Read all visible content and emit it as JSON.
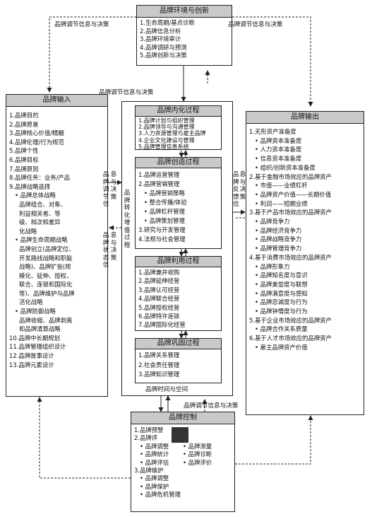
{
  "env": {
    "title": "品牌环境与创新",
    "items": [
      "1.生命周期/基点诊断",
      "2.品牌信息分析",
      "3.品牌环境审计",
      "4.品牌调研与预测",
      "5.品牌创新与决策"
    ]
  },
  "input": {
    "title": "品牌输入",
    "lines": [
      {
        "t": "1.品牌目的",
        "i": 0
      },
      {
        "t": "2.品牌愿景",
        "i": 0
      },
      {
        "t": "3.品牌核心价值/精髓",
        "i": 0
      },
      {
        "t": "4.品牌伦理/行为规范",
        "i": 0
      },
      {
        "t": "5.品牌个性",
        "i": 0
      },
      {
        "t": "6.品牌目标",
        "i": 0
      },
      {
        "t": "7.品牌原则",
        "i": 0
      },
      {
        "t": "8.品牌任务：业务/产品",
        "i": 0
      },
      {
        "t": "9.品牌战略选择",
        "i": 0
      },
      {
        "t": "• 品牌总体战略",
        "i": 1
      },
      {
        "t": "品牌组合、对象、",
        "i": 2
      },
      {
        "t": "利益相关者、等",
        "i": 2
      },
      {
        "t": "级、档次和差异",
        "i": 2
      },
      {
        "t": "化战略",
        "i": 2
      },
      {
        "t": "• 品牌生命周期战略",
        "i": 1
      },
      {
        "t": "品牌创立(品牌定位、",
        "i": 2
      },
      {
        "t": "开发路线战略和职能",
        "i": 2
      },
      {
        "t": "战略)、品牌扩张(规",
        "i": 2
      },
      {
        "t": "模化、延伸、授权、",
        "i": 2
      },
      {
        "t": "联合、连锁和国际化",
        "i": 2
      },
      {
        "t": "等)、品牌维护与品牌",
        "i": 2
      },
      {
        "t": "活化战略",
        "i": 2
      },
      {
        "t": "• 品牌防御战略",
        "i": 1
      },
      {
        "t": "品牌收缩、品牌剥离",
        "i": 2
      },
      {
        "t": "和品牌清算战略",
        "i": 2
      },
      {
        "t": "10.品牌中长期规划",
        "i": 0
      },
      {
        "t": "11.品牌管理组织设计",
        "i": 0
      },
      {
        "t": "12.品牌故事设计",
        "i": 0
      },
      {
        "t": "13.品牌元素设计",
        "i": 0
      }
    ]
  },
  "output": {
    "title": "品牌输出",
    "lines": [
      {
        "t": "1.无形资产准备度",
        "i": 0
      },
      {
        "t": "• 品牌资本准备度",
        "i": 1
      },
      {
        "t": "• 人力资本准备度",
        "i": 1
      },
      {
        "t": "• 信息资本准备度",
        "i": 1
      },
      {
        "t": "• 组织/创新资本准备度",
        "i": 1
      },
      {
        "t": "2.基于金融市场效应的品牌资产",
        "i": 0
      },
      {
        "t": "• 市值——业绩杠杆",
        "i": 1
      },
      {
        "t": "• 品牌资产价值——长期价值",
        "i": 1
      },
      {
        "t": "• 利润——短期业绩",
        "i": 1
      },
      {
        "t": "3.基于产品市场效应的品牌资产",
        "i": 0
      },
      {
        "t": "• 品牌竞争力",
        "i": 1
      },
      {
        "t": "• 品牌经济竞争力",
        "i": 1
      },
      {
        "t": "• 品牌战略竞争力",
        "i": 1
      },
      {
        "t": "• 品牌管理竞争力",
        "i": 1
      },
      {
        "t": "4.基于消费市场效应的品牌资产",
        "i": 0
      },
      {
        "t": "• 品牌形象力",
        "i": 1
      },
      {
        "t": "• 品牌知名度与意识",
        "i": 1
      },
      {
        "t": "• 品牌美誉度与联想",
        "i": 1
      },
      {
        "t": "• 品牌满意度与感知",
        "i": 1
      },
      {
        "t": "• 品牌忠诚度与行为",
        "i": 1
      },
      {
        "t": "• 品牌钟情度与行为",
        "i": 1
      },
      {
        "t": "5.基于企业市场效应的品牌资产",
        "i": 0
      },
      {
        "t": "• 品牌合作关系质量",
        "i": 1
      },
      {
        "t": "6.基于人才市场效应的品牌资产",
        "i": 0
      },
      {
        "t": "• 雇主品牌资产价值",
        "i": 1
      }
    ]
  },
  "internal": {
    "title": "品牌内化过程",
    "items": [
      "1.品牌计划与组织管理",
      "2.品牌领导与沟通管理",
      "3.人力资源管理与雇主品牌",
      "4.企业文化建设与管理",
      "5.品牌管理信息系统"
    ]
  },
  "create": {
    "title": "品牌创造过程",
    "lines": [
      {
        "t": "1.品牌运营管理",
        "i": 0
      },
      {
        "t": "2.品牌营销管理",
        "i": 0
      },
      {
        "t": "• 品牌营销策略",
        "i": 1
      },
      {
        "t": "• 整合传播/体验",
        "i": 1
      },
      {
        "t": "• 品牌杠杆管理",
        "i": 1
      },
      {
        "t": "• 品牌策划管理",
        "i": 1
      },
      {
        "t": "3.研究与开发管理",
        "i": 0
      },
      {
        "t": "4.法规与社会管理",
        "i": 0
      }
    ]
  },
  "utilize": {
    "title": "品牌利用过程",
    "items": [
      "1.品牌兼并收购",
      "2.品牌延伸经营",
      "3.品牌认可经营",
      "4.品牌联合经营",
      "5.品牌授权经营",
      "6.品牌特许连锁",
      "7.品牌国际化经营"
    ]
  },
  "consolidate": {
    "title": "品牌巩固过程",
    "items": [
      "1.品牌关系管理",
      "2.社会责任管理",
      "3.品牌知识管理"
    ]
  },
  "control": {
    "title": "品牌控制",
    "l1": "1.品牌预警",
    "l2": "2.品牌评",
    "left": [
      "• 品牌调整",
      "• 品牌统计",
      "• 品牌评估"
    ],
    "right": [
      "• 品牌测量",
      "• 品牌诊断",
      "• 品牌评价"
    ],
    "l3": "3.品牌维护",
    "l3items": [
      "• 品牌调整",
      "• 品牌保护",
      "• 品牌危机管理"
    ]
  },
  "labels": {
    "top_left": "品牌调节信息与决策",
    "top_right": "品牌调节信息与决策",
    "mid_top": "品牌调节信息与决策",
    "bottom_mid": "品牌调节信息与决策",
    "time_space": "品牌时间与空间",
    "left_adjust": "品牌调节信息与决策",
    "left_status": "品牌状态信息与决策",
    "internal_conv": "品牌转化增值过程",
    "right_feedback": "品牌反馈信息与决策"
  }
}
